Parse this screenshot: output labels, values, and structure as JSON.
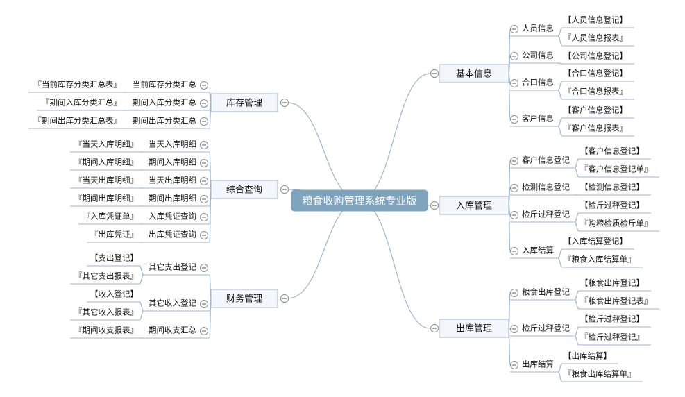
{
  "root": {
    "label": "粮食收购管理系统专业版"
  },
  "right_topics": [
    {
      "label": "基本信息",
      "children": [
        {
          "label": "人员信息",
          "leaves": [
            "【人员信息登记】",
            "『人员信息报表』"
          ]
        },
        {
          "label": "公司信息",
          "leaves": [
            "【公司信息登记】"
          ]
        },
        {
          "label": "合口信息",
          "leaves": [
            "【合口信息登记】",
            "『合口信息报表』"
          ]
        },
        {
          "label": "客户信息",
          "leaves": [
            "【客户信息登记】",
            "『客户信息报表』"
          ]
        }
      ]
    },
    {
      "label": "入库管理",
      "children": [
        {
          "label": "客户信息登记",
          "leaves": [
            "【客户信息登记】",
            "『客户信息登记单』"
          ]
        },
        {
          "label": "检测信息登记",
          "leaves": [
            "【检测信息登记】"
          ]
        },
        {
          "label": "检斤过秤登记",
          "leaves": [
            "【检斤过秤登记】",
            "『购粮检质检斤单』"
          ]
        },
        {
          "label": "入库结算",
          "leaves": [
            "【入库结算登记】",
            "『粮食入库结算单』"
          ]
        }
      ]
    },
    {
      "label": "出库管理",
      "children": [
        {
          "label": "粮食出库登记",
          "leaves": [
            "【粮食出库登记】",
            "『粮食出库登记表』"
          ]
        },
        {
          "label": "检斤过秤登记",
          "leaves": [
            "【检斤过秤登记】",
            "『检斤过秤登记』"
          ]
        },
        {
          "label": "出库结算",
          "leaves": [
            "【出库结算】",
            "『粮食出库结算单』"
          ]
        }
      ]
    }
  ],
  "left_topics": [
    {
      "label": "库存管理",
      "children": [
        {
          "label": "当前库存分类汇总",
          "leaves": [
            "『当前库存分类汇总表』"
          ]
        },
        {
          "label": "期间入库分类汇总",
          "leaves": [
            "『期间入库分类汇总』"
          ]
        },
        {
          "label": "期间出库分类汇总",
          "leaves": [
            "『期间出库分类汇总表』"
          ]
        }
      ]
    },
    {
      "label": "综合查询",
      "children": [
        {
          "label": "当天入库明细",
          "leaves": [
            "『当天入库明细』"
          ]
        },
        {
          "label": "期间入库明细",
          "leaves": [
            "『期间入库明细』"
          ]
        },
        {
          "label": "当天出库明细",
          "leaves": [
            "『当天出库明细』"
          ]
        },
        {
          "label": "期间出库明细",
          "leaves": [
            "『期间出库明细』"
          ]
        },
        {
          "label": "入库凭证查询",
          "leaves": [
            "『入库凭证单』"
          ]
        },
        {
          "label": "出库凭证查询",
          "leaves": [
            "『出库凭证』"
          ]
        }
      ]
    },
    {
      "label": "财务管理",
      "children": [
        {
          "label": "其它支出登记",
          "leaves": [
            "【支出登记】",
            "『其它支出报表』"
          ]
        },
        {
          "label": "其它收入登记",
          "leaves": [
            "【收入登记】",
            "『其它收入报表』"
          ]
        },
        {
          "label": "期间收支汇总",
          "leaves": [
            "『期间收支报表』"
          ]
        }
      ]
    }
  ],
  "colors": {
    "root_fill": "#7ea3bd",
    "topic_fill": "#f3f7fb",
    "line": "#9cb7cf",
    "icon": "#8c8c8c"
  },
  "icons": {
    "collapse": "collapse-minus-icon"
  }
}
